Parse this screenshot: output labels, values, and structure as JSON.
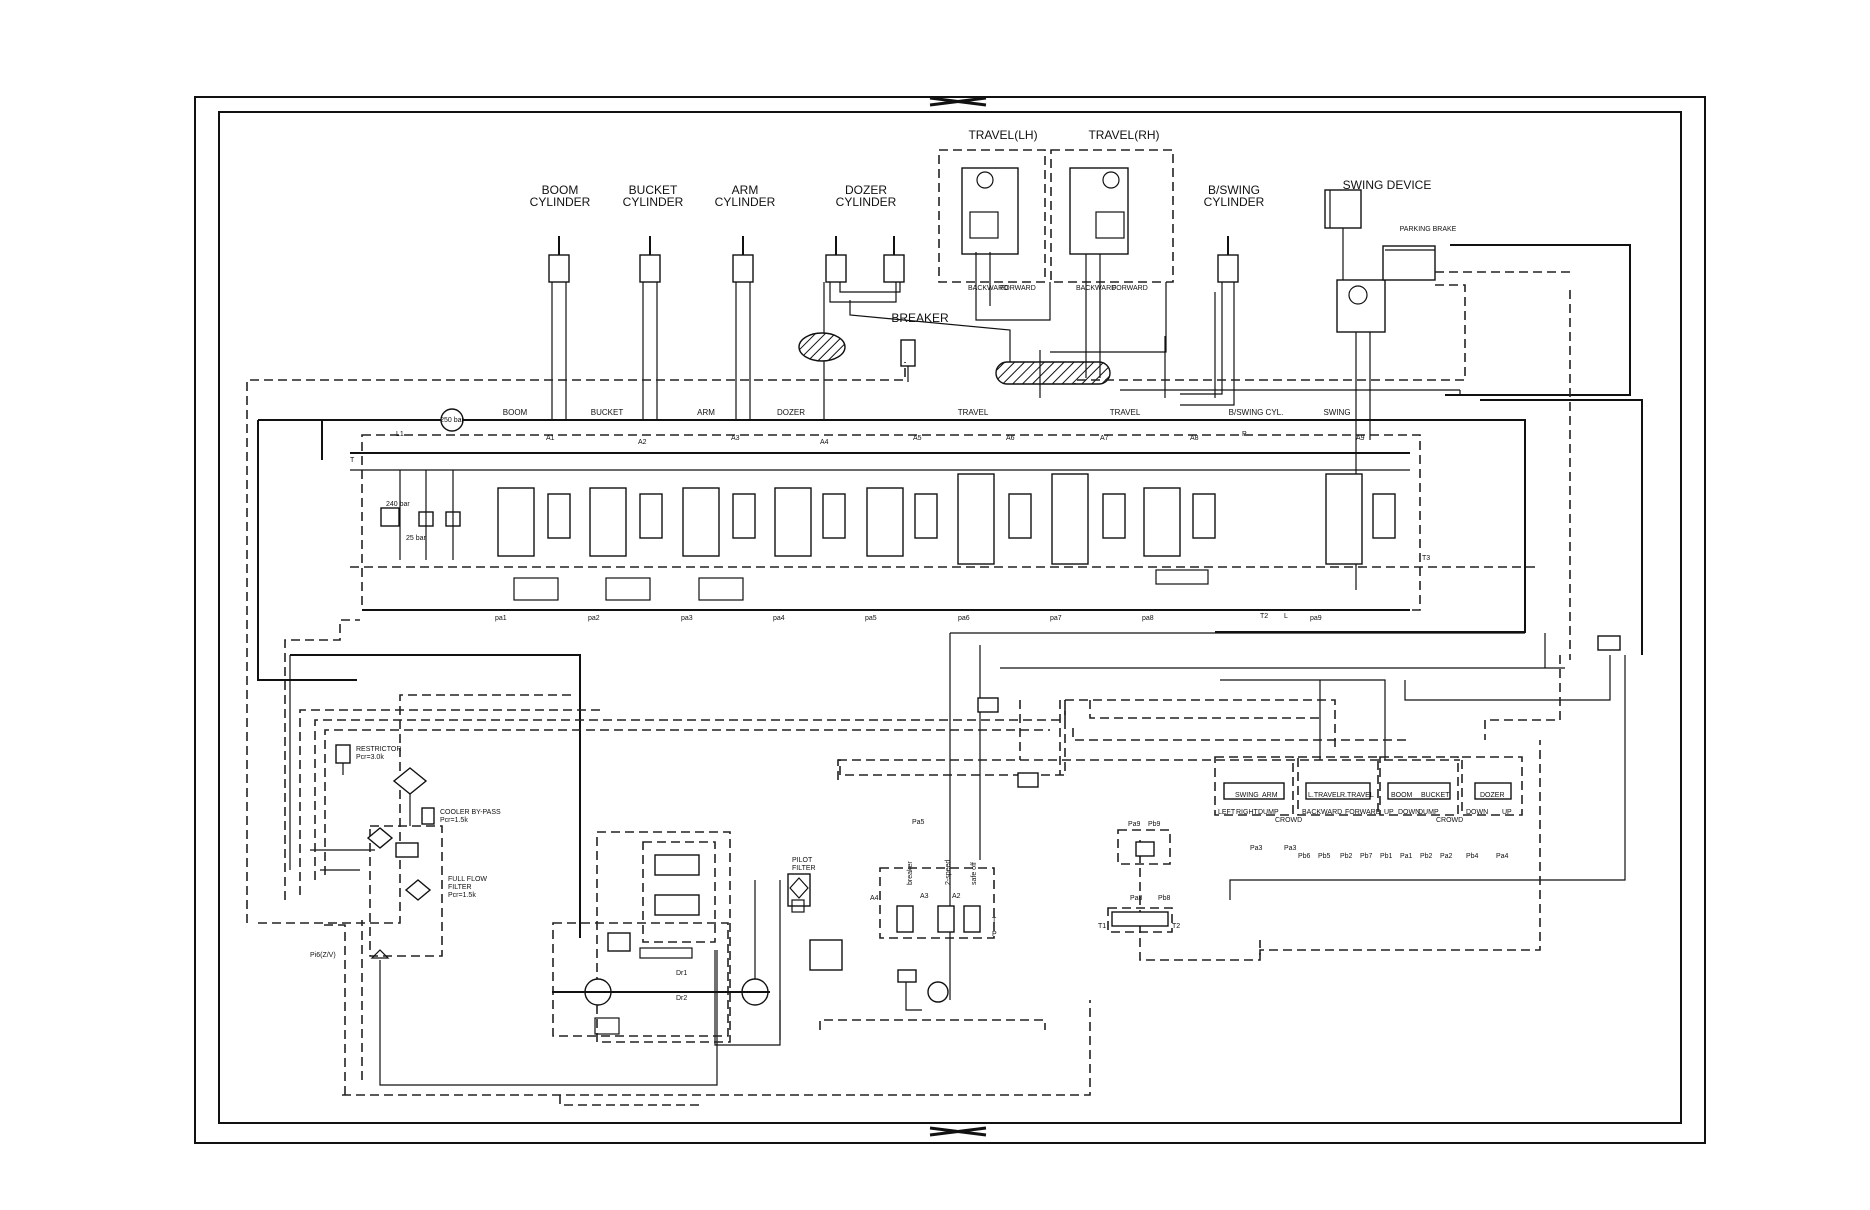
{
  "actuators": {
    "boom": [
      "BOOM",
      "CYLINDER"
    ],
    "bucket": [
      "BUCKET",
      "CYLINDER"
    ],
    "arm": [
      "ARM",
      "CYLINDER"
    ],
    "dozer": [
      "DOZER",
      "CYLINDER"
    ],
    "bswing": [
      "B/SWING",
      "CYLINDER"
    ],
    "travel_lh": "TRAVEL(LH)",
    "travel_rh": "TRAVEL(RH)",
    "swing_device": "SWING DEVICE",
    "parking_brake": "PARKING BRAKE",
    "breaker": "BREAKER"
  },
  "sections": [
    "BOOM",
    "BUCKET",
    "ARM",
    "DOZER",
    "TRAVEL",
    "TRAVEL",
    "B/SWING CYL.",
    "SWING"
  ],
  "ports": {
    "pilot": [
      "pa1",
      "pa2",
      "pa3",
      "pa4",
      "pa5",
      "pa6",
      "pa7",
      "pa8",
      "pa9"
    ],
    "work": [
      "A1",
      "A2",
      "A3",
      "A4",
      "A5",
      "A6",
      "A7",
      "A8",
      "A9"
    ],
    "misc": [
      "T",
      "T3",
      "L1",
      "P",
      "T2",
      "L"
    ]
  },
  "valve_labels": {
    "relief_main": "240 bar",
    "relief_2": "25 bar",
    "gauge": "250 bar",
    "travel_dirs": [
      "BACKWARD",
      "FORWARD"
    ]
  },
  "circuit_components": {
    "restrictor": [
      "RESTRICTOR",
      "Pcr=3.0k"
    ],
    "cooler_bypass": [
      "COOLER BY-PASS",
      "Pcr=1.5k"
    ],
    "full_flow_filter": [
      "FULL FLOW",
      "FILTER",
      "Pcr=1.5k"
    ],
    "drain": "Pi6(Z/V)",
    "pilot_filter": [
      "PILOT",
      "FILTER"
    ],
    "solenoid_block": [
      "Pa5",
      "A3",
      "A2",
      "A4",
      "P",
      "T"
    ],
    "solenoid_tags": [
      "breaker",
      "2-speed",
      "safe off"
    ],
    "pump": [
      "Dr1",
      "Dr2"
    ]
  },
  "rcv_groups": [
    {
      "id": "rcv-swing-arm",
      "labels": [
        "SWING",
        "ARM"
      ],
      "ports": [
        "LEFT",
        "RIGHT",
        "DUMP",
        "CROWD"
      ],
      "bottom": [
        "Pa3",
        "Pa3"
      ]
    },
    {
      "id": "rcv-travel",
      "labels": [
        "L.TRAVEL",
        "R.TRAVEL"
      ],
      "ports": [
        "BACKWARD",
        "FORWARD"
      ],
      "bottom": [
        "Pb6",
        "Pb5",
        "Pb2",
        "Pb7"
      ]
    },
    {
      "id": "rcv-boom-bucket",
      "labels": [
        "BOOM",
        "BUCKET"
      ],
      "ports": [
        "UP",
        "DOWN",
        "DUMP",
        "CROWD"
      ],
      "bottom": [
        "Pb1",
        "Pa1",
        "Pb2",
        "Pa2"
      ]
    },
    {
      "id": "rcv-dozer",
      "labels": [
        "DOZER"
      ],
      "ports": [
        "DOWN",
        "UP"
      ],
      "bottom": [
        "Pb4",
        "Pa4"
      ]
    }
  ],
  "pedal_block": [
    "Pa9",
    "Pb9",
    "Pa8",
    "Pb8",
    "T1",
    "T2"
  ]
}
